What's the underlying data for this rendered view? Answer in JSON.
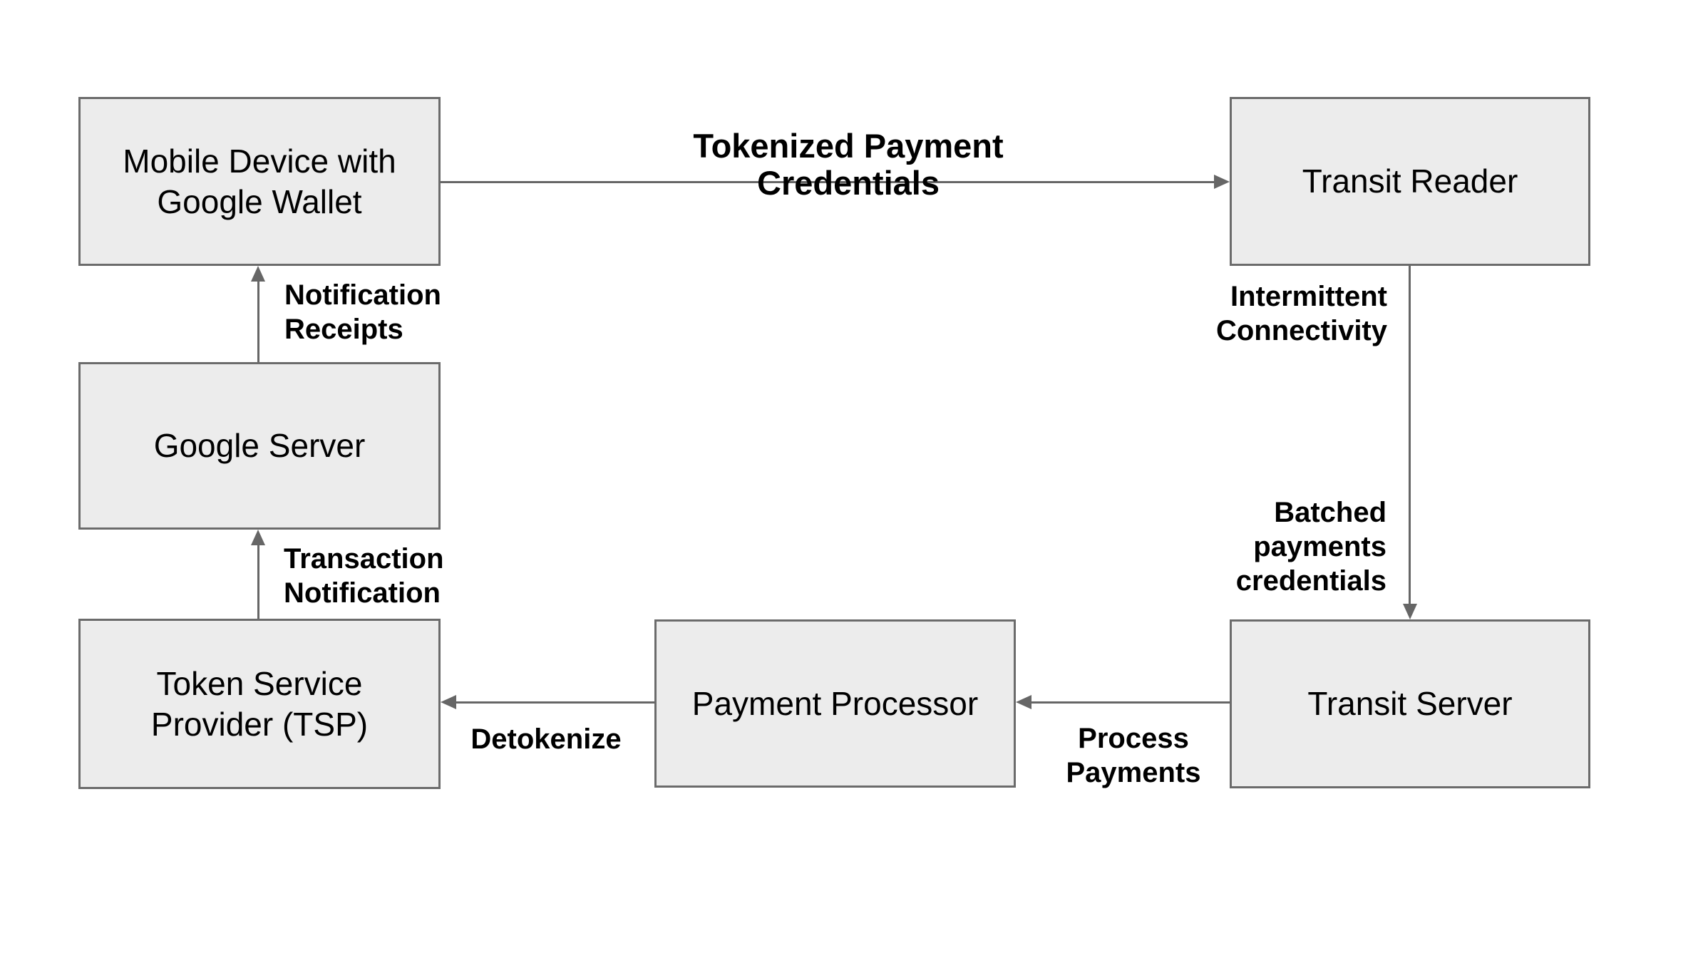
{
  "diagram": {
    "description": "Google Wallet transit payment flow diagram",
    "colors": {
      "background": "#ffffff",
      "node_fill": "#ececec",
      "node_border": "#6b6b6b",
      "arrow": "#666666",
      "label_text": "#000000"
    },
    "nodes": {
      "mobile": {
        "label": "Mobile Device with\nGoogle Wallet"
      },
      "reader": {
        "label": "Transit Reader"
      },
      "google": {
        "label": "Google Server"
      },
      "tsp": {
        "label": "Token Service\nProvider (TSP)"
      },
      "processor": {
        "label": "Payment Processor"
      },
      "server": {
        "label": "Transit Server"
      }
    },
    "edges": {
      "tokenized": {
        "label": "Tokenized Payment Credentials"
      },
      "intermittent": {
        "label": "Intermittent\nConnectivity"
      },
      "batched": {
        "label": "Batched\npayments\ncredentials"
      },
      "process": {
        "label": "Process\nPayments"
      },
      "detokenize": {
        "label": "Detokenize"
      },
      "transaction": {
        "label": "Transaction\nNotification"
      },
      "notification": {
        "label": "Notification\nReceipts"
      }
    }
  }
}
